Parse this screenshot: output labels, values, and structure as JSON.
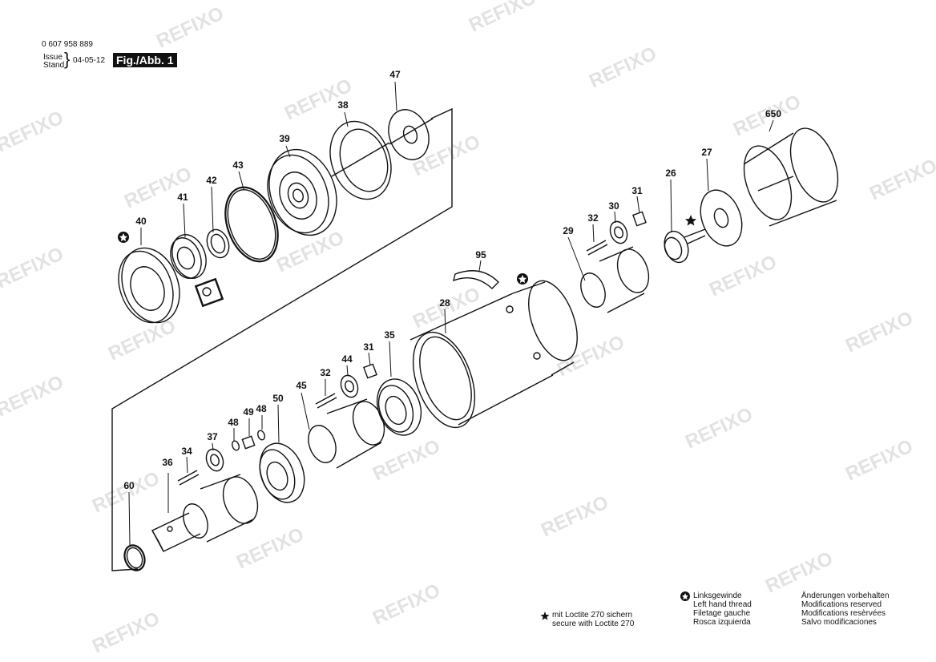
{
  "header": {
    "part_number": "0 607 958 889",
    "issue_label": "Issue",
    "stand_label": "Stand",
    "date": "04-05-12",
    "fig_label": "Fig./Abb. 1"
  },
  "watermark": {
    "text": "REFIXO",
    "color": "#e2e2e2"
  },
  "parts": [
    "47",
    "38",
    "39",
    "43",
    "42",
    "41",
    "40",
    "650",
    "27",
    "26",
    "31",
    "30",
    "32",
    "29",
    "95",
    "28",
    "35",
    "31",
    "44",
    "32",
    "45",
    "50",
    "48",
    "49",
    "48",
    "37",
    "34",
    "36",
    "60"
  ],
  "legend": {
    "loctite": {
      "line1": "mit Loctite 270 sichern",
      "line2": "secure with Loctite 270"
    },
    "left_hand": {
      "line1": "Linksgewinde",
      "line2": "Left hand thread",
      "line3": "Filetage gauche",
      "line4": "Rosca izquierda"
    },
    "changes": {
      "line1": "Änderungen vorbehalten",
      "line2": "Modifications reserved",
      "line3": "Modifications resèrvées",
      "line4": "Salvo modificaciones"
    }
  },
  "colors": {
    "ink": "#111111",
    "background": "#ffffff"
  }
}
